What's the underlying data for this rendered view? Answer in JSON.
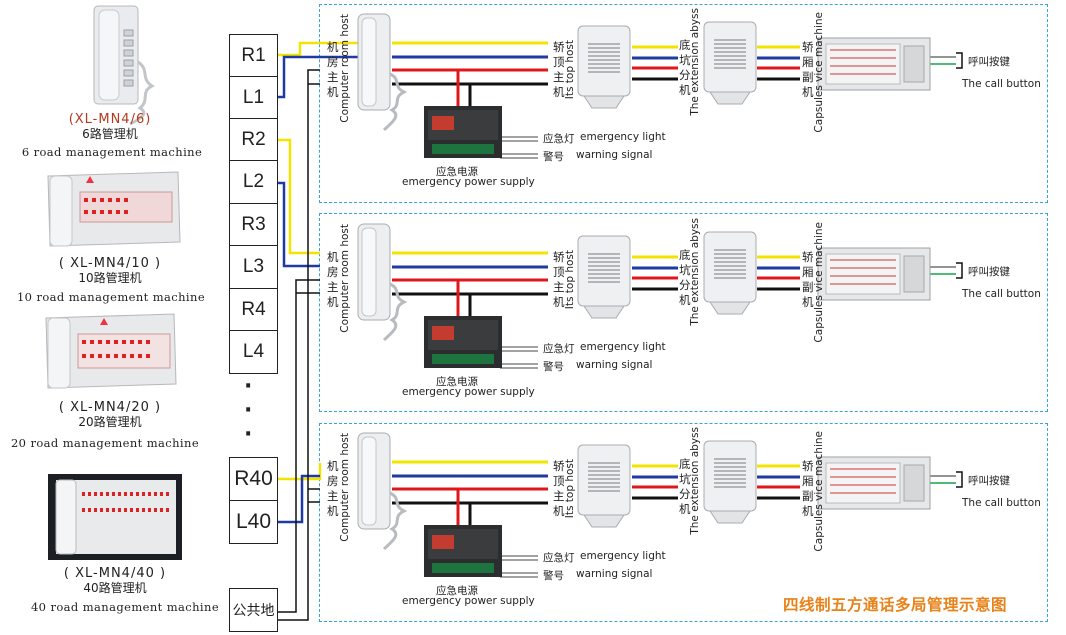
{
  "machines": [
    {
      "model": "(XL-MN4/6)",
      "cn": "6路管理机",
      "en": "6 road management machine"
    },
    {
      "model": "( XL-MN4/10 )",
      "cn": "10路管理机",
      "en": "10 road management machine"
    },
    {
      "model": "( XL-MN4/20 )",
      "cn": "20路管理机",
      "en": "20 road management machine"
    },
    {
      "model": "( XL-MN4/40 )",
      "cn": "40路管理机",
      "en": "40 road management machine"
    }
  ],
  "terminals": [
    "R1",
    "L1",
    "R2",
    "L2",
    "R3",
    "L3",
    "R4",
    "L4",
    "R40",
    "L40",
    "公共地"
  ],
  "ellipsis": "·",
  "panel": {
    "machine_room_cn": [
      "机",
      "房",
      "主",
      "机"
    ],
    "machine_room_en": "Computer room host",
    "car_top_cn": [
      "轿",
      "顶",
      "主",
      "机"
    ],
    "car_top_en": "Its top host",
    "pit_cn": [
      "底",
      "坑",
      "分",
      "机"
    ],
    "pit_en": "The extension abyss",
    "car_cn": [
      "轿",
      "厢",
      "副",
      "机"
    ],
    "car_en": "Capsules vice machine",
    "call_cn": "呼叫按键",
    "call_en": "The call button",
    "light_cn": "应急灯",
    "light_en": "emergency light",
    "signal_cn": "警号",
    "signal_en": "warning signal",
    "power_cn": "应急电源",
    "power_en": "emergency power supply"
  },
  "title": "四线制五方通话多局管理示意图",
  "colors": {
    "yellow": "#f2e400",
    "blue": "#1f3aa0",
    "red": "#e0161b",
    "black": "#111111",
    "panel_border": "#3aa3d6",
    "title": "#e8821a"
  }
}
